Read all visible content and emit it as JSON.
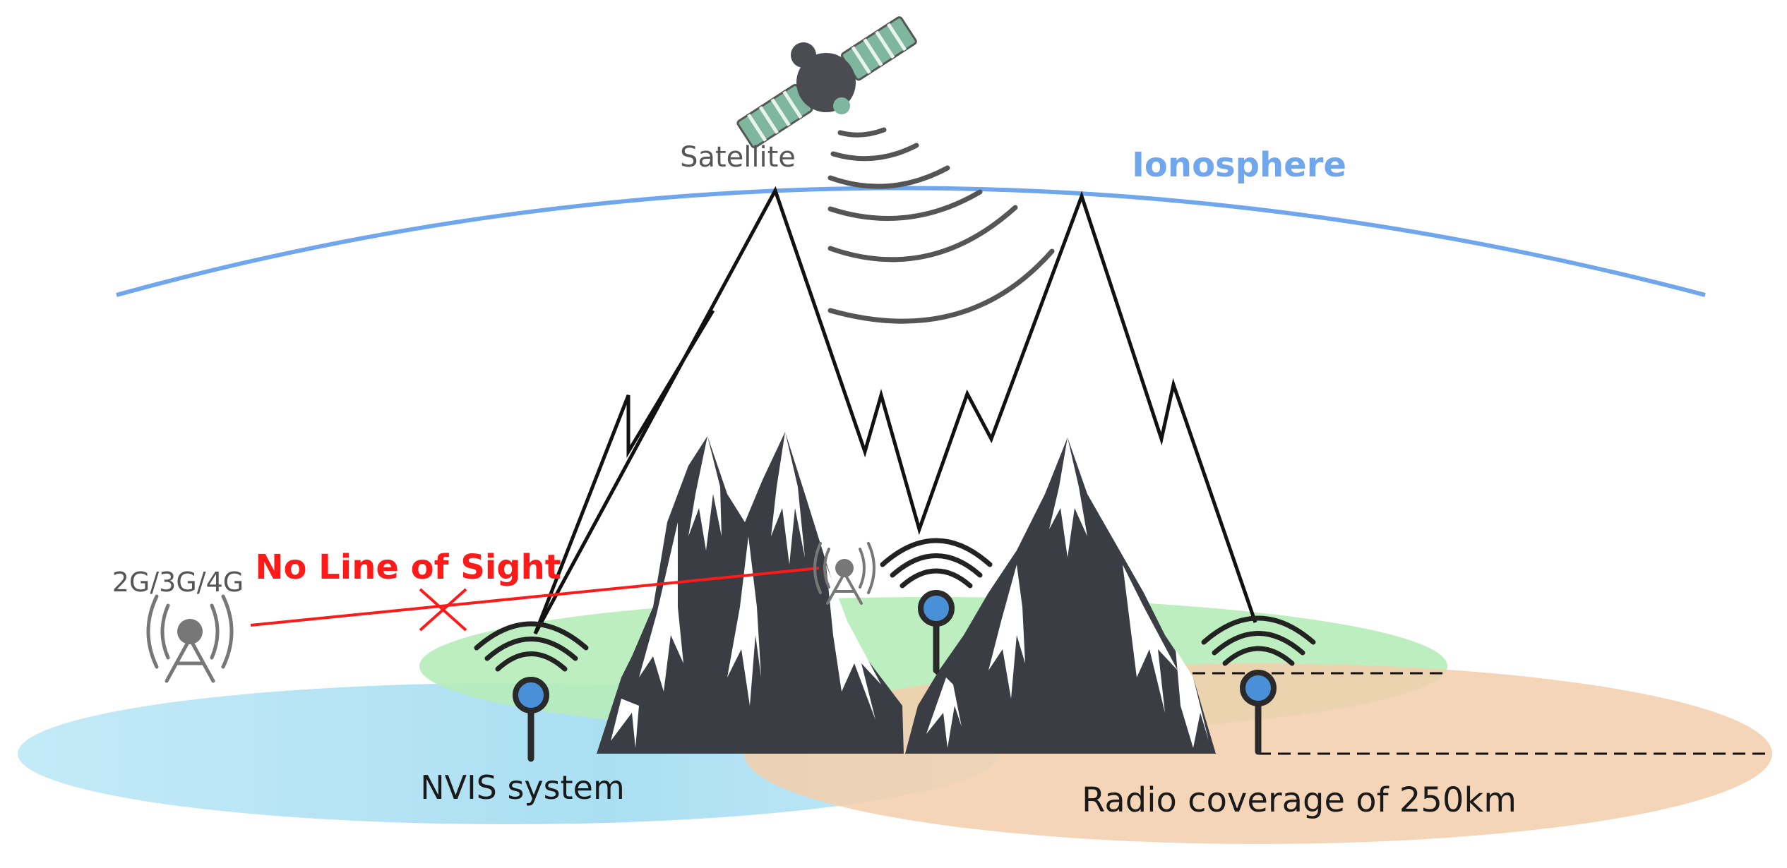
{
  "labels": {
    "satellite": "Satellite",
    "ionosphere": "Ionosphere",
    "no_line_of_sight": "No Line of Sight",
    "cellular": "2G/3G/4G",
    "nvis_system": "NVIS system",
    "radio_coverage": "Radio coverage of 250km"
  },
  "colors": {
    "ionosphere": "#6fa6ec",
    "no_line_of_sight": "#ff1a1a",
    "mountain": "#3b3d44",
    "snow": "#ffffff",
    "coverage_blue": "#b4e4f4",
    "coverage_green": "#b6ecb8",
    "coverage_orange": "#f3cfae",
    "antenna_dot": "#4a90d9",
    "satellite_panel": "#7fb6a0",
    "text_gray": "#555555",
    "text_dark": "#1a1a1a"
  },
  "icons": [
    "satellite-icon",
    "cell-tower-icon",
    "nvis-antenna-icon",
    "mountain-range"
  ]
}
